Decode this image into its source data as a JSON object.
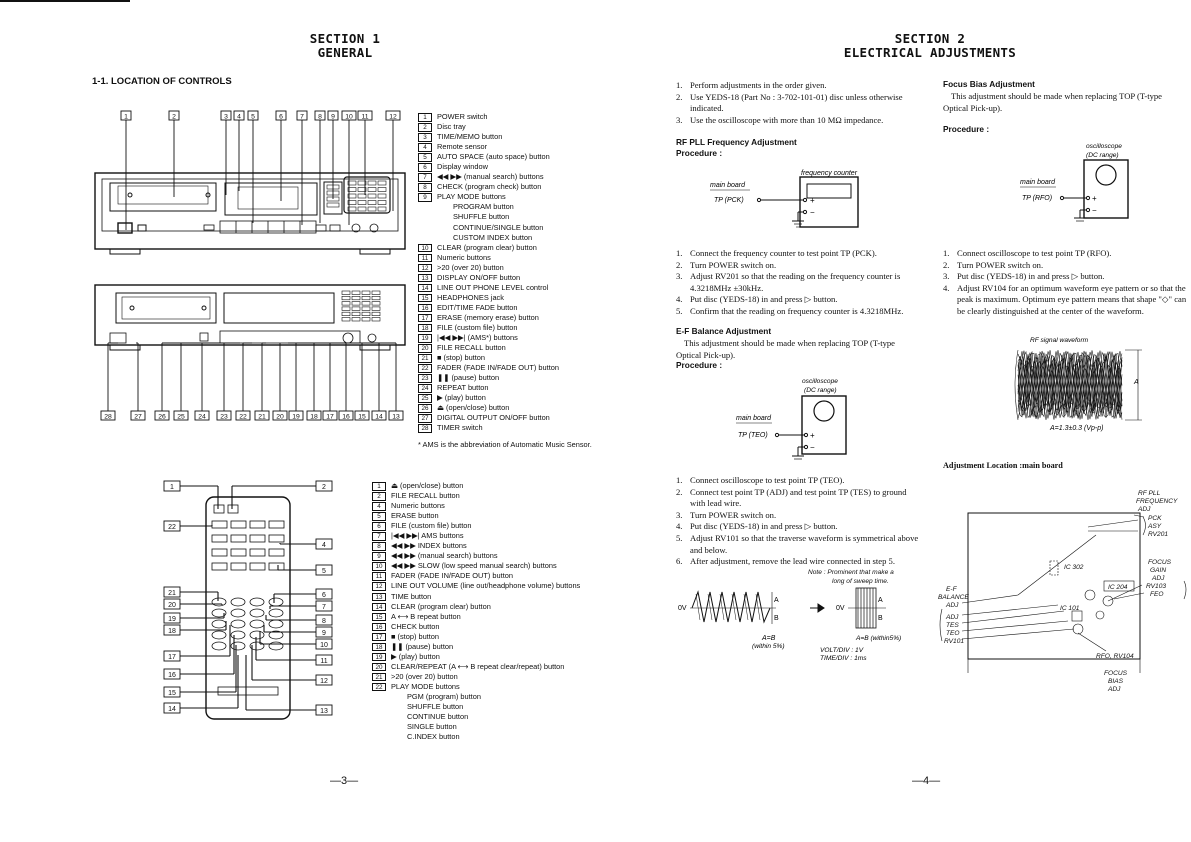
{
  "section1": {
    "title": "SECTION 1",
    "subtitle": "GENERAL",
    "heading": "1-1.  LOCATION OF CONTROLS"
  },
  "section2": {
    "title": "SECTION 2",
    "subtitle": "ELECTRICAL ADJUSTMENTS"
  },
  "intro_steps": [
    {
      "n": "1.",
      "t": "Perform adjustments in the order given."
    },
    {
      "n": "2.",
      "t": "Use YEDS-18 (Part No : 3-702-101-01) disc unless otherwise indicated."
    },
    {
      "n": "3.",
      "t": "Use the oscilloscope with more than 10 MΩ impedance."
    }
  ],
  "rf_pll": {
    "title": "RF PLL Frequency Adjustment",
    "procedure": "Procedure :",
    "diagram": {
      "instrument": "frequency counter",
      "board": "main board",
      "tp": "TP (PCK)"
    },
    "steps": [
      {
        "n": "1.",
        "t": "Connect the frequency counter to test point TP (PCK)."
      },
      {
        "n": "2.",
        "t": "Turn POWER switch on."
      },
      {
        "n": "3.",
        "t": "Adjust RV201 so that the reading on the frequency counter is 4.3218MHz ±30kHz."
      },
      {
        "n": "4.",
        "t": "Put disc (YEDS-18) in and press ▷ button."
      },
      {
        "n": "5.",
        "t": "Confirm that the reading on frequency counter is 4.3218MHz."
      }
    ]
  },
  "ef_balance": {
    "title": "E-F Balance Adjustment",
    "intro": "This adjustment should be made when replacing TOP (T-type Optical Pick-up).",
    "procedure": "Procedure :",
    "diagram": {
      "instrument1": "oscilloscope",
      "instrument2": "(DC range)",
      "board": "main board",
      "tp": "TP (TEO)"
    },
    "steps": [
      {
        "n": "1.",
        "t": "Connect oscilloscope to test point TP (TEO)."
      },
      {
        "n": "2.",
        "t": "Connect test point TP (ADJ) and test point TP (TES) to ground with lead wire."
      },
      {
        "n": "3.",
        "t": "Turn POWER switch on."
      },
      {
        "n": "4.",
        "t": "Put disc (YEDS-18) in and press ▷ button."
      },
      {
        "n": "5.",
        "t": "Adjust RV101 so that the traverse waveform is symmetrical above and below."
      },
      {
        "n": "6.",
        "t": "After adjustment, remove the lead wire connected in step 5."
      }
    ],
    "note1": "Note : Prominent that make a",
    "note2": "long of sweep time.",
    "wave_ov": "0V",
    "wave_a": "A",
    "wave_b": "B",
    "cond_left1": "A=B",
    "cond_left2": "(within 5%)",
    "cond_right": "A=B (within5%)",
    "volt": "VOLT/DIV : 1V",
    "time": "TIME/DIV : 1ms"
  },
  "focus_bias": {
    "title": "Focus Bias Adjustment",
    "intro": "This adjustment should be made when replacing TOP (T-type Optical Pick-up).",
    "procedure": "Procedure :",
    "diagram": {
      "instrument1": "oscilloscope",
      "instrument2": "(DC range)",
      "board": "main board",
      "tp": "TP (RFO)"
    },
    "steps": [
      {
        "n": "1.",
        "t": "Connect oscilloscope to test point TP (RFO)."
      },
      {
        "n": "2.",
        "t": "Turn POWER switch on."
      },
      {
        "n": "3.",
        "t": "Put disc (YEDS-18) in and press ▷ button."
      },
      {
        "n": "4.",
        "t": "Adjust RV104 for an optimum waveform eye pattern or so that the peak is maximum. Optimum eye pattern means that shape \"◇\" can be clearly distinguished at the center of the waveform."
      }
    ],
    "rf_label": "RF signal waveform",
    "rf_a": "A",
    "rf_cond": "A=1.3±0.3 (Vp-p)",
    "adj_location": "Adjustment Location :main board"
  },
  "board_labels": {
    "rf_pll": "RF PLL",
    "frequency": "FREQUENCY",
    "adj": "ADJ",
    "pck": "PCK",
    "asy": "ASY",
    "rv201": "RV201",
    "focus": "FOCUS",
    "gain": "GAIN",
    "adj2": "ADJ",
    "rv103": "RV103",
    "feo": "FEO",
    "ic302": "IC 302",
    "ic204": "IC 204",
    "ic101": "IC 101",
    "ef": "E-F",
    "balance": "BALANCE",
    "adj3": "ADJ",
    "adj4": "ADJ",
    "tes": "TES",
    "teo": "TEO",
    "rv101": "RV101",
    "rfo": "RFO, RV104",
    "focus2": "FOCUS",
    "bias": "BIAS",
    "adj5": "ADJ"
  },
  "controls_main": [
    {
      "n": "1",
      "t": "POWER switch"
    },
    {
      "n": "2",
      "t": "Disc tray"
    },
    {
      "n": "3",
      "t": "TIME/MEMO button"
    },
    {
      "n": "4",
      "t": "Remote sensor"
    },
    {
      "n": "5",
      "t": "AUTO SPACE (auto space) button"
    },
    {
      "n": "6",
      "t": "Display window"
    },
    {
      "n": "7",
      "t": "◀◀ ▶▶ (manual search) buttons"
    },
    {
      "n": "8",
      "t": "CHECK (program check) button"
    },
    {
      "n": "9",
      "t": "PLAY MODE buttons"
    },
    {
      "n": "",
      "t": "PROGRAM button"
    },
    {
      "n": "",
      "t": "SHUFFLE button"
    },
    {
      "n": "",
      "t": "CONTINUE/SINGLE button"
    },
    {
      "n": "",
      "t": "CUSTOM INDEX button"
    },
    {
      "n": "10",
      "t": "CLEAR (program clear) button"
    },
    {
      "n": "11",
      "t": "Numeric buttons"
    },
    {
      "n": "12",
      "t": ">20 (over 20) button"
    },
    {
      "n": "13",
      "t": "DISPLAY ON/OFF button"
    },
    {
      "n": "14",
      "t": "LINE OUT PHONE LEVEL control"
    },
    {
      "n": "15",
      "t": "HEADPHONES jack"
    },
    {
      "n": "16",
      "t": "EDIT/TIME FADE button"
    },
    {
      "n": "17",
      "t": "ERASE (memory erase) button"
    },
    {
      "n": "18",
      "t": "FILE (custom file) button"
    },
    {
      "n": "19",
      "t": "|◀◀ ▶▶| (AMS*) buttons"
    },
    {
      "n": "20",
      "t": "FILE RECALL button"
    },
    {
      "n": "21",
      "t": "■ (stop) button"
    },
    {
      "n": "22",
      "t": "FADER (FADE IN/FADE OUT) button"
    },
    {
      "n": "23",
      "t": "❚❚ (pause) button"
    },
    {
      "n": "24",
      "t": "REPEAT button"
    },
    {
      "n": "25",
      "t": "▶ (play) button"
    },
    {
      "n": "26",
      "t": "⏏ (open/close) button"
    },
    {
      "n": "27",
      "t": "DIGITAL OUTPUT ON/OFF button"
    },
    {
      "n": "28",
      "t": "TIMER switch"
    }
  ],
  "ams_note": "* AMS is the abbreviation of Automatic Music Sensor.",
  "controls_remote": [
    {
      "n": "1",
      "t": "⏏ (open/close) button"
    },
    {
      "n": "2",
      "t": "FILE RECALL button"
    },
    {
      "n": "4",
      "t": "Numeric buttons"
    },
    {
      "n": "5",
      "t": "ERASE button"
    },
    {
      "n": "6",
      "t": "FILE (custom file) button"
    },
    {
      "n": "7",
      "t": "|◀◀ ▶▶| AMS buttons"
    },
    {
      "n": "8",
      "t": "◀◀ ▶▶ INDEX buttons"
    },
    {
      "n": "9",
      "t": "◀◀ ▶▶ (manual search) buttons"
    },
    {
      "n": "10",
      "t": "◀◀ ▶▶ SLOW (low speed manual search) buttons"
    },
    {
      "n": "11",
      "t": "FADER (FADE IN/FADE OUT) button"
    },
    {
      "n": "12",
      "t": "LINE OUT VOLUME (line out/headphone volume) buttons"
    },
    {
      "n": "13",
      "t": "TIME button"
    },
    {
      "n": "14",
      "t": "CLEAR (program clear) button"
    },
    {
      "n": "15",
      "t": "A ⟷ B repeat button"
    },
    {
      "n": "16",
      "t": "CHECK button"
    },
    {
      "n": "17",
      "t": "■ (stop) button"
    },
    {
      "n": "18",
      "t": "❚❚ (pause) button"
    },
    {
      "n": "19",
      "t": "▶ (play) button"
    },
    {
      "n": "20",
      "t": "CLEAR/REPEAT (A ⟷ B repeat clear/repeat) button"
    },
    {
      "n": "21",
      "t": ">20 (over 20) button"
    },
    {
      "n": "22",
      "t": "PLAY MODE buttons"
    },
    {
      "n": "",
      "t": "PGM (program) button"
    },
    {
      "n": "",
      "t": "SHUFFLE button"
    },
    {
      "n": "",
      "t": "CONTINUE button"
    },
    {
      "n": "",
      "t": "SINGLE button"
    },
    {
      "n": "",
      "t": "C.INDEX button"
    }
  ],
  "callouts": {
    "front_top": [
      "1",
      "2",
      "3",
      "4",
      "5",
      "6",
      "7",
      "8",
      "9",
      "10",
      "11",
      "12"
    ],
    "front_bottom": [
      "28",
      "27",
      "26",
      "25",
      "24",
      "23",
      "22",
      "21",
      "20",
      "19",
      "18",
      "17",
      "16",
      "15",
      "14",
      "13"
    ],
    "remote_left": [
      "1",
      "22",
      "21",
      "20",
      "19",
      "18",
      "17",
      "16",
      "15",
      "14"
    ],
    "remote_right": [
      "2",
      "4",
      "5",
      "6",
      "7",
      "8",
      "9",
      "10",
      "11",
      "12",
      "13"
    ]
  },
  "page_left": "—3—",
  "page_right": "—4—"
}
